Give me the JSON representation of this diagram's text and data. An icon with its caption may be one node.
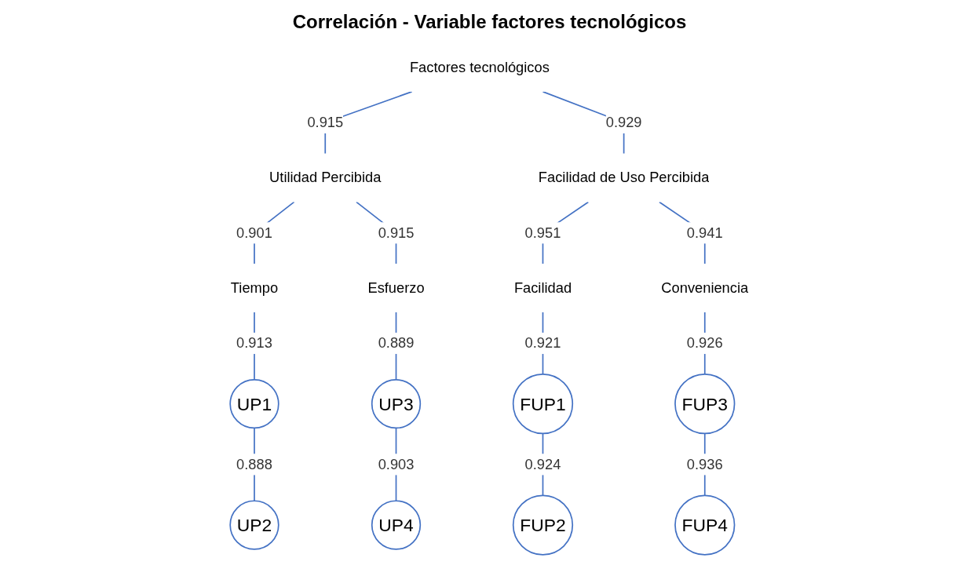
{
  "diagram": {
    "title": "Correlación - Variable factores tecnológicos",
    "nodes": [
      {
        "text": [
          "Factores tecnológicos"
        ]
      },
      {
        "text": [
          "Utilidad Percibida"
        ]
      },
      {
        "text": [
          "Facilidad de Uso Percibida"
        ]
      },
      {
        "text": [
          "Tiempo"
        ]
      },
      {
        "text": [
          "Esfuerzo"
        ]
      },
      {
        "text": [
          "Facilidad"
        ]
      },
      {
        "text": [
          "Conveniencia"
        ]
      },
      {
        "text": [
          "UP1"
        ]
      },
      {
        "text": [
          "UP2"
        ]
      },
      {
        "text": [
          "UP3"
        ]
      },
      {
        "text": [
          "UP4"
        ]
      },
      {
        "text": [
          "FUP1"
        ]
      },
      {
        "text": [
          "FUP2"
        ]
      },
      {
        "text": [
          "FUP3"
        ]
      },
      {
        "text": [
          "FUP4"
        ]
      }
    ],
    "edges": [
      {
        "from": 0,
        "to": 1,
        "arrow": "none",
        "label": "0.915"
      },
      {
        "from": 0,
        "to": 2,
        "arrow": "none",
        "label": "0.929"
      },
      {
        "from": 1,
        "to": 3,
        "arrow": "none",
        "label": "0.901"
      },
      {
        "from": 1,
        "to": 4,
        "arrow": "none",
        "label": "0.915"
      },
      {
        "from": 2,
        "to": 5,
        "arrow": "none",
        "label": "0.951"
      },
      {
        "from": 2,
        "to": 6,
        "arrow": "none",
        "label": "0.941"
      },
      {
        "from": 3,
        "to": 7,
        "arrow": "none",
        "label": "0.913"
      },
      {
        "from": 7,
        "to": 8,
        "arrow": "none",
        "label": "0.888"
      },
      {
        "from": 4,
        "to": 9,
        "arrow": "none",
        "label": "0.889"
      },
      {
        "from": 9,
        "to": 10,
        "arrow": "none",
        "label": "0.903"
      },
      {
        "from": 5,
        "to": 11,
        "arrow": "none",
        "label": "0.921"
      },
      {
        "from": 11,
        "to": 12,
        "arrow": "none",
        "label": "0.924"
      },
      {
        "from": 6,
        "to": 13,
        "arrow": "none",
        "label": "0.926"
      },
      {
        "from": 13,
        "to": 14,
        "arrow": "none",
        "label": "0.936"
      }
    ]
  }
}
